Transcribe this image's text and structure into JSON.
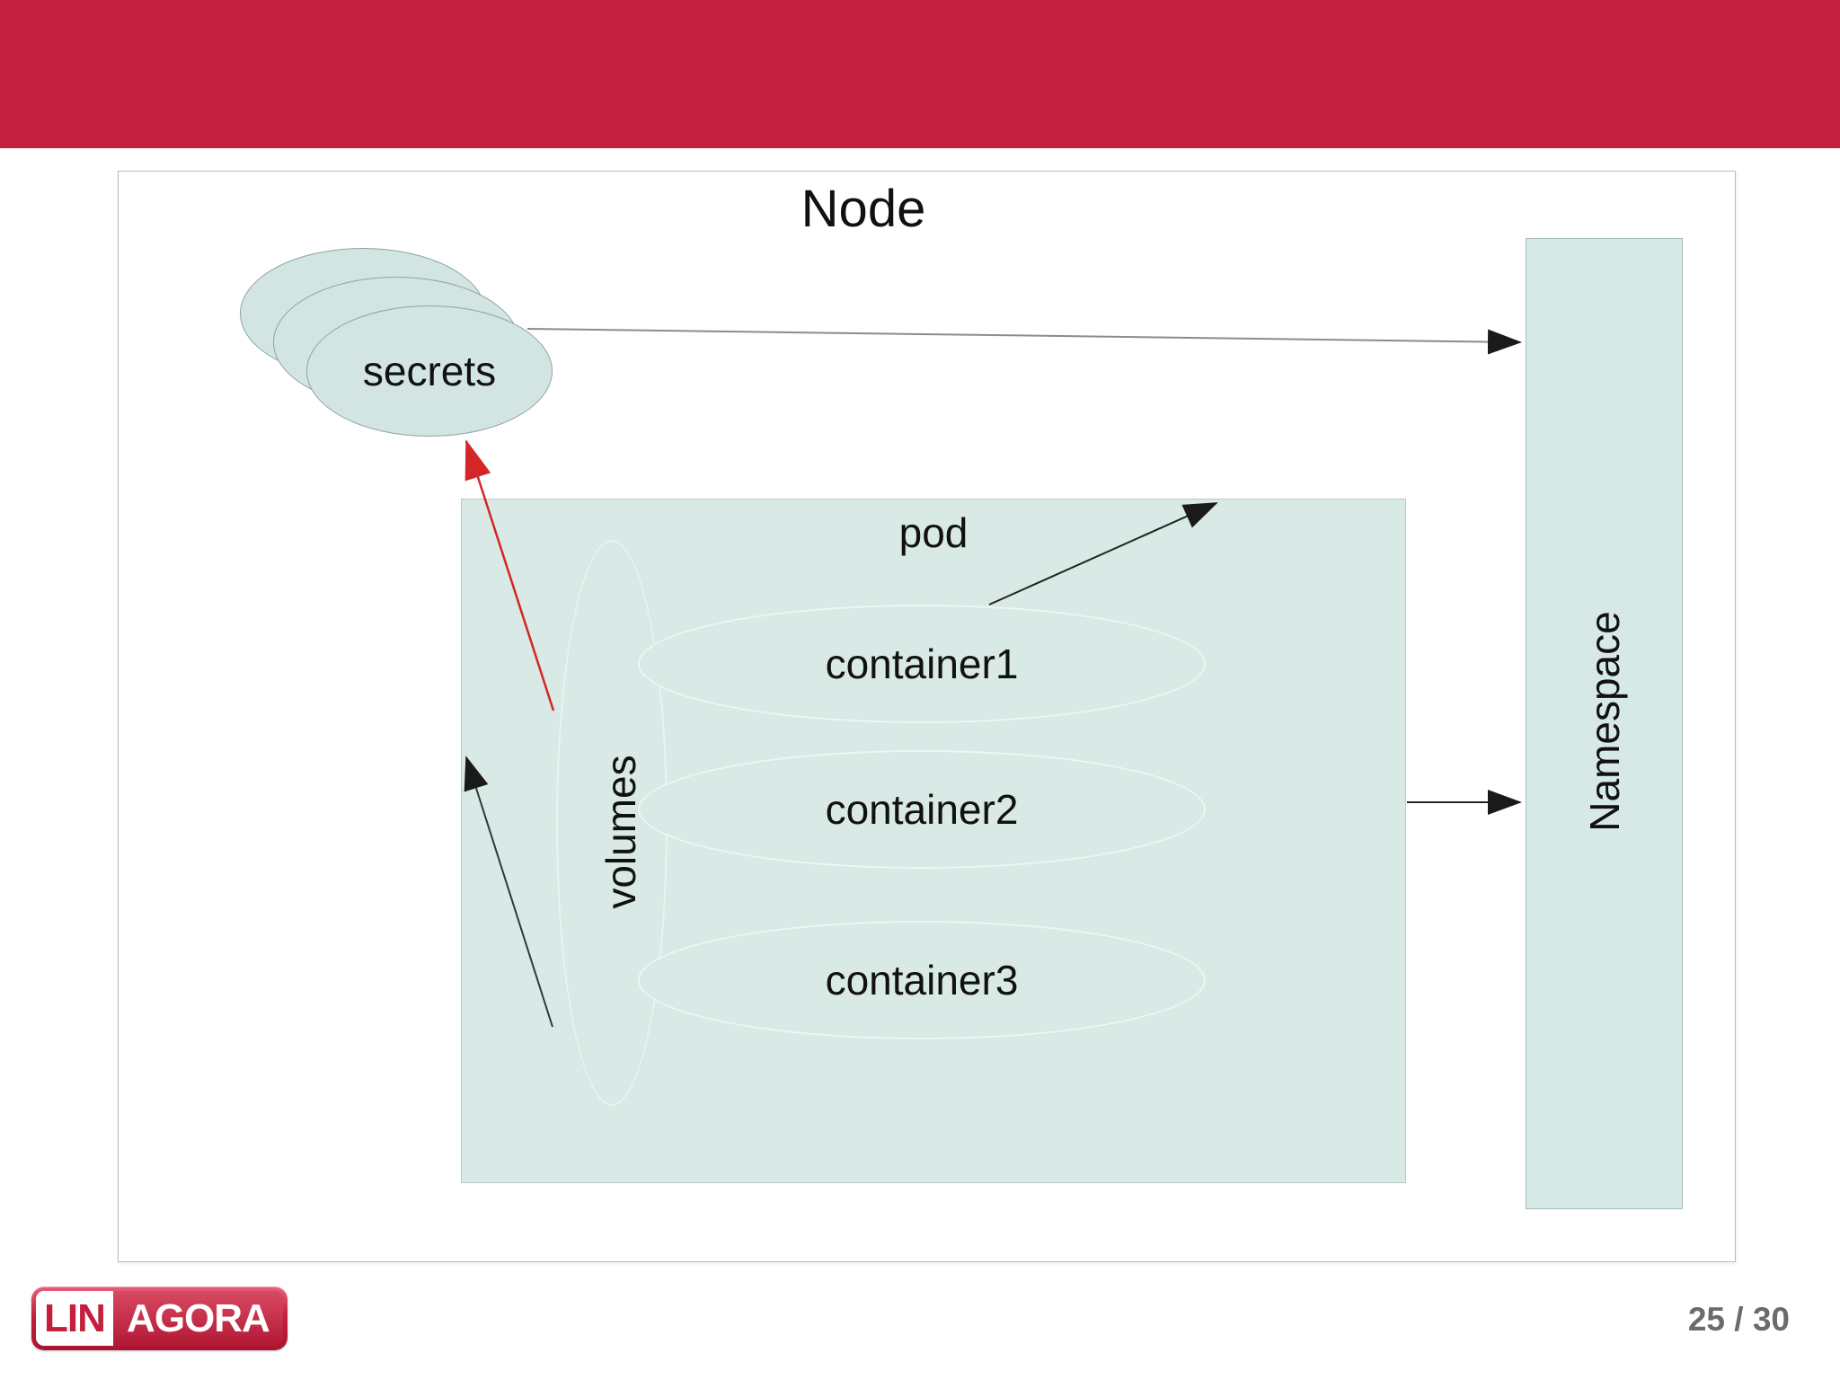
{
  "slide": {
    "title": "Node",
    "secrets_label": "secrets",
    "pod_label": "pod",
    "volumes_label": "volumes",
    "containers": [
      "container1",
      "container2",
      "container3"
    ],
    "namespace_label": "Namespace"
  },
  "footer": {
    "logo_lin": "LIN",
    "logo_agora": "AGORA",
    "page_number": "25 / 30"
  },
  "colors": {
    "banner": "#c41f3f",
    "shape_fill": "#d8e9e6",
    "secrets_fill": "#d2e5e3",
    "namespace_fill": "#d7e9e7",
    "arrow_red": "#d42527",
    "arrow_black": "#1a1a1a",
    "arrow_gray": "#8c8c8c",
    "page_number_color": "#6b6b6b",
    "logo_red": "#c41f3f"
  },
  "connections": [
    {
      "from": "secrets",
      "to": "Namespace",
      "color": "black"
    },
    {
      "from": "container1 / pod",
      "to": "outside top-right",
      "color": "black"
    },
    {
      "from": "pod",
      "to": "Namespace",
      "color": "black"
    },
    {
      "from": "pod / volumes",
      "to": "secrets",
      "color": "red"
    },
    {
      "from": "outside bottom-left",
      "to": "pod / volumes",
      "color": "black"
    }
  ]
}
